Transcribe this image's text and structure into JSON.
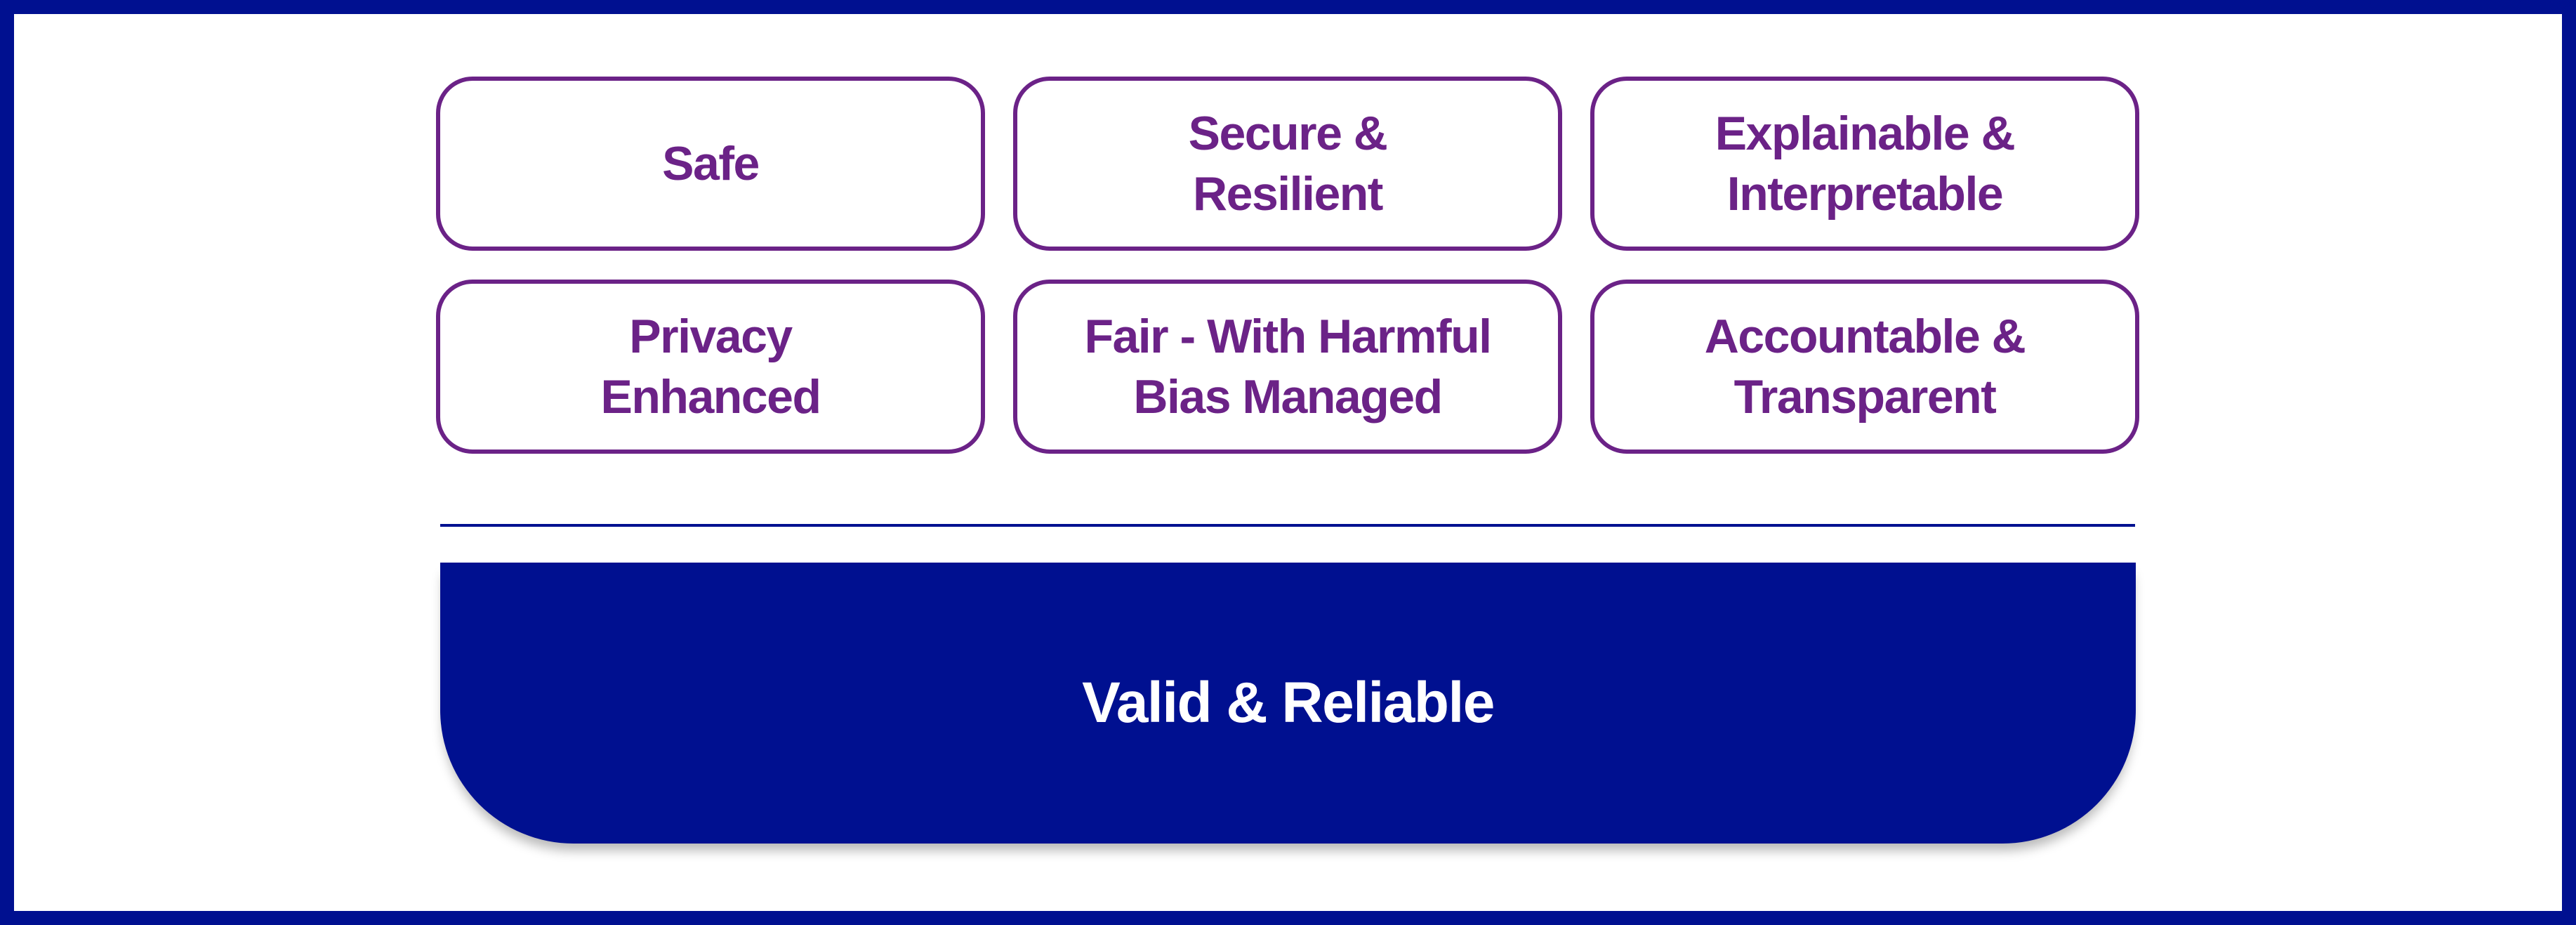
{
  "colors": {
    "frame_border": "#001090",
    "pillar_border": "#6B2287",
    "pillar_text": "#6B2287",
    "foundation_fill": "#001090",
    "foundation_text": "#FFFFFF",
    "background": "#FFFFFF"
  },
  "pillars": [
    {
      "lines": [
        "Safe"
      ]
    },
    {
      "lines": [
        "Secure &",
        "Resilient"
      ]
    },
    {
      "lines": [
        "Explainable &",
        "Interpretable"
      ]
    },
    {
      "lines": [
        "Privacy",
        "Enhanced"
      ]
    },
    {
      "lines": [
        "Fair - With Harmful",
        "Bias Managed"
      ]
    },
    {
      "lines": [
        "Accountable &",
        "Transparent"
      ]
    }
  ],
  "foundation": {
    "label": "Valid & Reliable"
  }
}
